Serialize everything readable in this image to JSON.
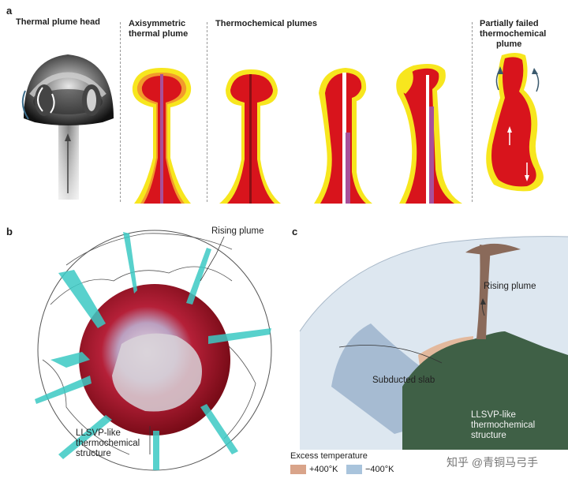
{
  "panel_a": {
    "letter": "a",
    "titles": {
      "head": "Thermal plume head",
      "axisym_1": "Axisymmetric",
      "axisym_2": "thermal plume",
      "thermochem": "Thermochemical plumes",
      "failed_1": "Partially failed",
      "failed_2": "thermochemical",
      "failed_3": "plume"
    }
  },
  "panel_b": {
    "letter": "b",
    "rising": "Rising plume",
    "llsvp_1": "LLSVP-like",
    "llsvp_2": "thermochemical",
    "llsvp_3": "structure"
  },
  "panel_c": {
    "letter": "c",
    "rising": "Rising plume",
    "slab": "Subducted slab",
    "llsvp_1": "LLSVP-like",
    "llsvp_2": "thermochemical",
    "llsvp_3": "structure",
    "legend_title": "Excess temperature",
    "legend_hot": "+400°K",
    "legend_cold": "−400°K"
  },
  "colors": {
    "hot_swatch": "#d9a48a",
    "cold_swatch": "#a9c4dc",
    "plume_red": "#d8141c",
    "plume_yellow": "#f7e61e",
    "cyan": "#3cc9c4"
  },
  "watermark": "知乎 @青铜马弓手"
}
